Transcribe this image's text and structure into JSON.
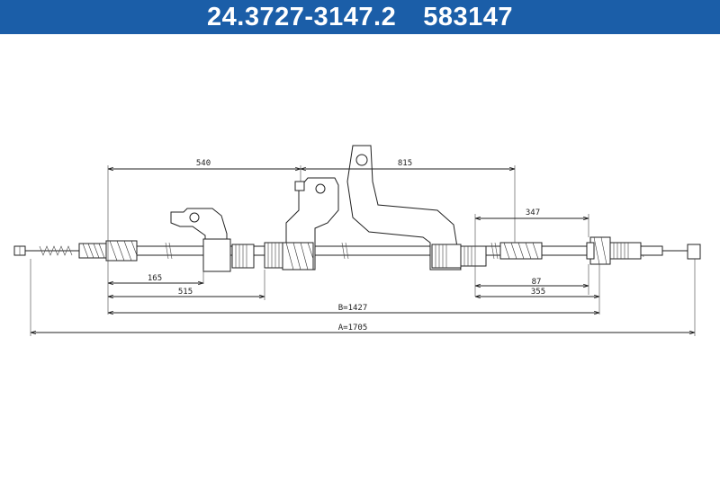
{
  "header": {
    "part_number": "24.3727-3147.2",
    "ref_number": "583147"
  },
  "dimensions": {
    "d540": "540",
    "d815": "815",
    "d347": "347",
    "d165": "165",
    "d515": "515",
    "d87": "87",
    "d355": "355",
    "dB": "B=1427",
    "dA": "A=1705"
  },
  "colors": {
    "header_bg": "#1b5ea8",
    "header_text": "#ffffff",
    "line": "#222222"
  }
}
